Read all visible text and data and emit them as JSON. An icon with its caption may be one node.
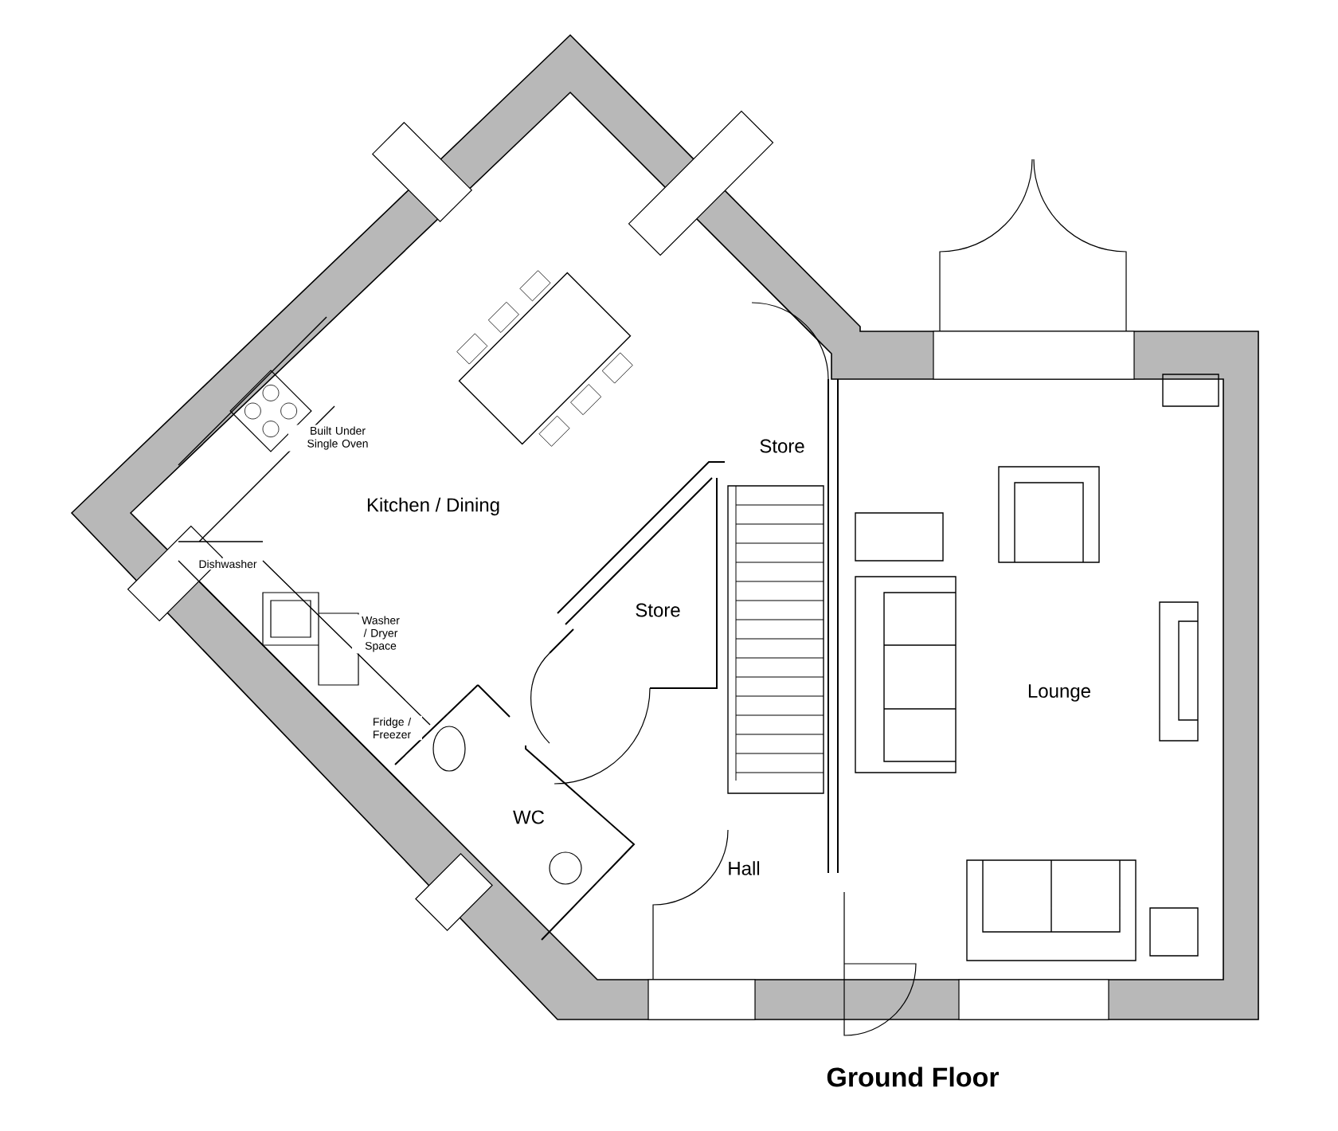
{
  "diagram": {
    "title": "Ground Floor",
    "labels": [
      "Built Under Single Oven",
      "Store",
      "Kitchen / Dining",
      "Dishwasher",
      "Store",
      "Washer / Dryer Space",
      "Lounge",
      "Fridge / Freezer",
      "WC",
      "Hall"
    ]
  }
}
